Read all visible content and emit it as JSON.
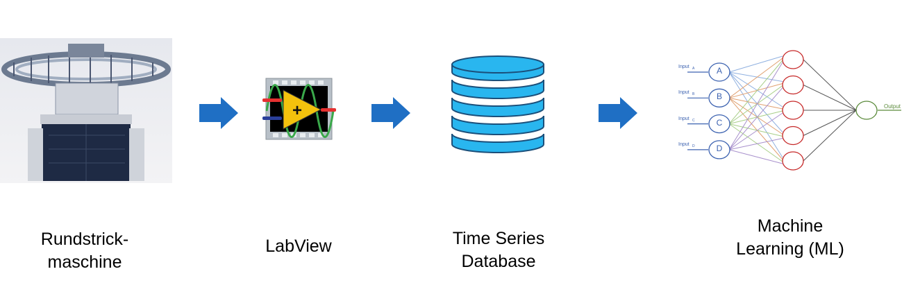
{
  "steps": [
    {
      "label": "Rundstrick-\nmaschine",
      "icon": "knitting-machine-icon"
    },
    {
      "label": "LabView",
      "icon": "labview-icon"
    },
    {
      "label": "Time Series\nDatabase",
      "icon": "database-icon"
    },
    {
      "label": "Machine\nLearning (ML)",
      "icon": "neural-network-icon"
    }
  ],
  "neural_net": {
    "inputs": [
      {
        "node": "A",
        "label": "Input",
        "sub": "A"
      },
      {
        "node": "B",
        "label": "Input",
        "sub": "B"
      },
      {
        "node": "C",
        "label": "Input",
        "sub": "C"
      },
      {
        "node": "D",
        "label": "Input",
        "sub": "D"
      }
    ],
    "hidden_count": 5,
    "output_label": "Output"
  },
  "colors": {
    "arrow": "#1f6fc4",
    "db": "#29b6ef",
    "input_node": "#3c62b0",
    "hidden_node": "#c62828",
    "output_node": "#5a8a3a",
    "edge_colors": [
      "#8fb0e0",
      "#e0a070",
      "#a8cf88",
      "#a890cc"
    ]
  }
}
